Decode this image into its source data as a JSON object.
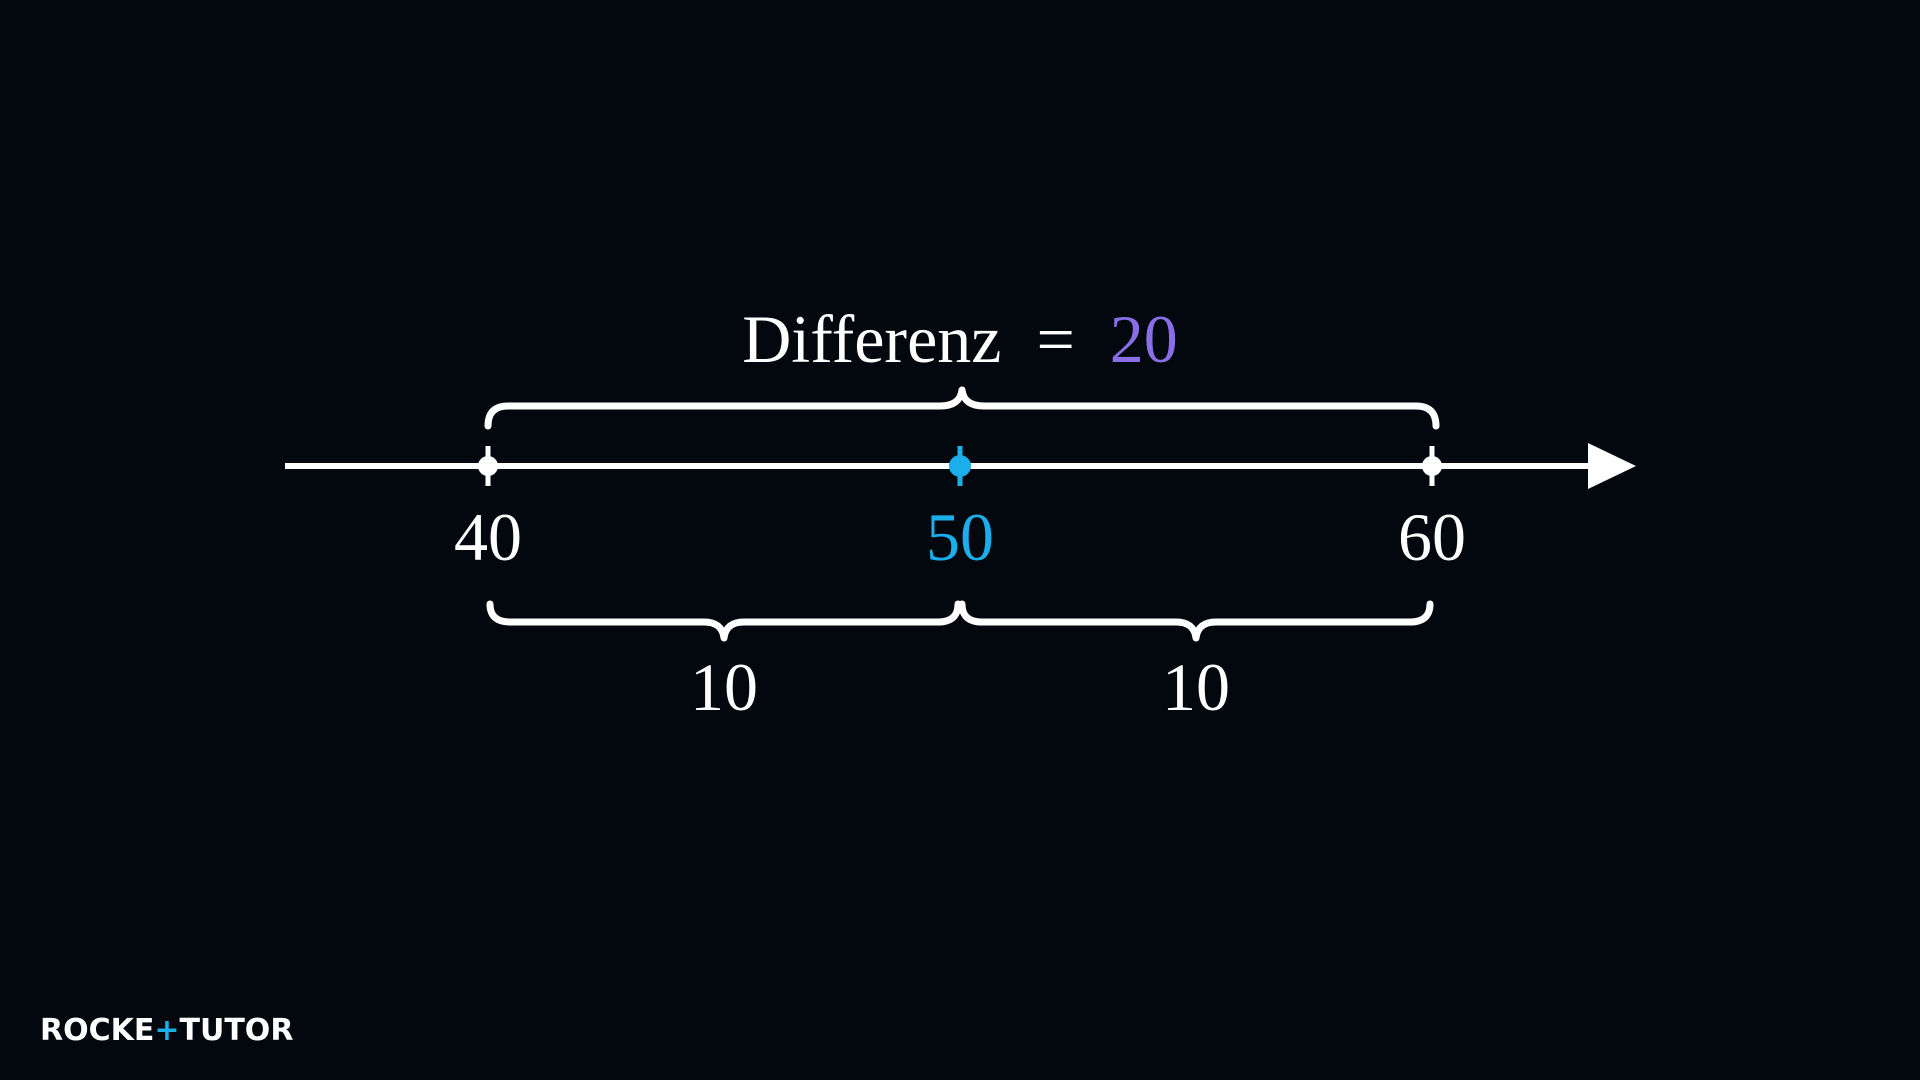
{
  "diagram": {
    "difference_label": "Differenz",
    "equals_sign": "=",
    "difference_value": "20",
    "ticks": [
      {
        "label": "40",
        "value": 40
      },
      {
        "label": "50",
        "value": 50,
        "highlight": true
      },
      {
        "label": "60",
        "value": 60
      }
    ],
    "segment_labels": [
      "10",
      "10"
    ]
  },
  "colors": {
    "background": "#03080e",
    "foreground": "#ffffff",
    "highlight_blue": "#1aaeea",
    "highlight_purple": "#8a6ee6"
  },
  "logo": {
    "part1": "ROCKE",
    "plus": "+",
    "part2": "TUTO",
    "part3": "R"
  }
}
